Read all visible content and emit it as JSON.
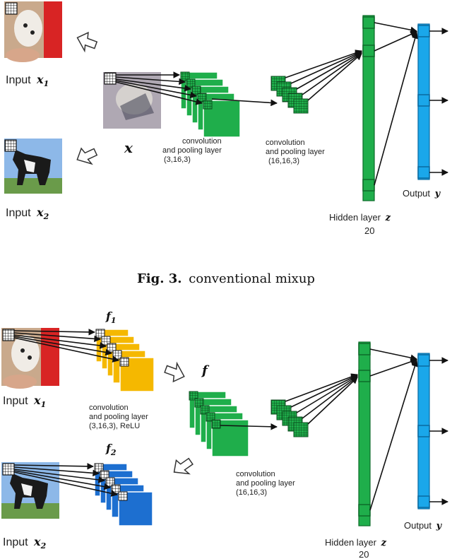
{
  "top": {
    "input1": {
      "label": "Input",
      "var": "x",
      "sub": "1"
    },
    "input2": {
      "label": "Input",
      "var": "x",
      "sub": "2"
    },
    "mixed": {
      "var": "x"
    },
    "conv1": {
      "line1": "convolution",
      "line2": "and pooling layer",
      "line3": "(3,16,3)"
    },
    "conv2": {
      "line1": "convolution",
      "line2": "and pooling layer",
      "line3": "(16,16,3)"
    },
    "hidden": {
      "label": "Hidden layer",
      "var": "z",
      "size": "20"
    },
    "output": {
      "label": "Output",
      "var": "y"
    },
    "caption": {
      "fig": "Fig. 3.",
      "text": "conventional mixup"
    }
  },
  "bottom": {
    "input1": {
      "label": "Input",
      "var": "x",
      "sub": "1"
    },
    "input2": {
      "label": "Input",
      "var": "x",
      "sub": "2"
    },
    "f1": {
      "var": "f",
      "sub": "1"
    },
    "f2": {
      "var": "f",
      "sub": "2"
    },
    "f": {
      "var": "f"
    },
    "conv1": {
      "line1": "convolution",
      "line2": "and pooling layer",
      "line3": "(3,16,3), ReLU"
    },
    "conv2": {
      "line1": "convolution",
      "line2": "and pooling layer",
      "line3": "(16,16,3)"
    },
    "hidden": {
      "label": "Hidden layer",
      "var": "z",
      "size": "20"
    },
    "output": {
      "label": "Output",
      "var": "y"
    }
  },
  "colors": {
    "green": "#1fae4b",
    "green_dark": "#0e6b2a",
    "cyan": "#1aa7ea",
    "yellow": "#f5b800",
    "blue": "#1d6fd0",
    "arrow": "#111111"
  }
}
